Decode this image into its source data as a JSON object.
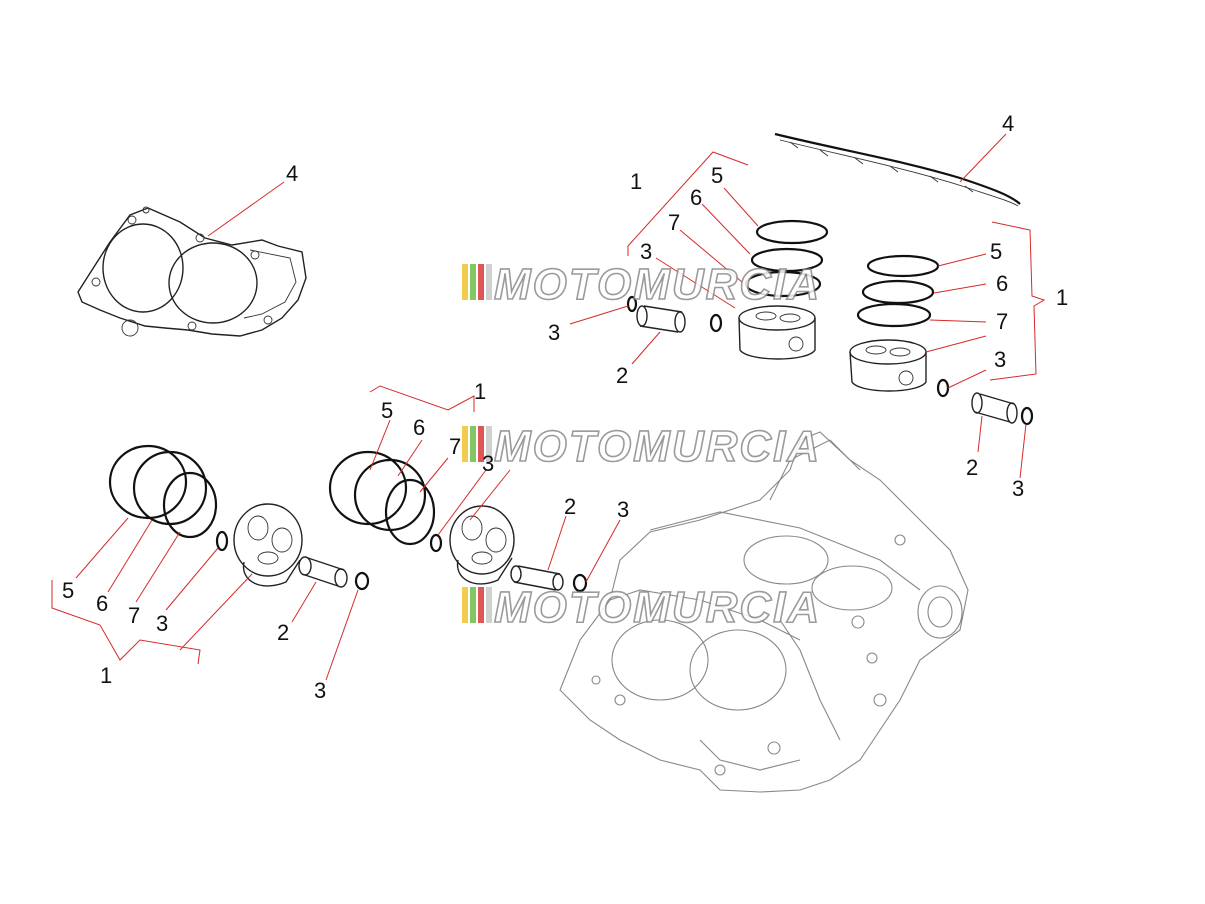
{
  "watermark": {
    "text": "MOTOMURCIA",
    "stripe_colors": [
      "#f2c230",
      "#6cbf4a",
      "#d83a3a",
      "#c8c8c8"
    ]
  },
  "callouts": [
    {
      "id": "c1",
      "text": "4"
    },
    {
      "id": "c2",
      "text": "4"
    },
    {
      "id": "c3",
      "text": "1"
    },
    {
      "id": "c4",
      "text": "5"
    },
    {
      "id": "c5",
      "text": "6"
    },
    {
      "id": "c6",
      "text": "7"
    },
    {
      "id": "c7",
      "text": "3"
    },
    {
      "id": "c8",
      "text": "3"
    },
    {
      "id": "c9",
      "text": "2"
    },
    {
      "id": "c10",
      "text": "5"
    },
    {
      "id": "c11",
      "text": "6"
    },
    {
      "id": "c12",
      "text": "1"
    },
    {
      "id": "c13",
      "text": "7"
    },
    {
      "id": "c14",
      "text": "3"
    },
    {
      "id": "c15",
      "text": "2"
    },
    {
      "id": "c16",
      "text": "3"
    },
    {
      "id": "c17",
      "text": "1"
    },
    {
      "id": "c18",
      "text": "5"
    },
    {
      "id": "c19",
      "text": "6"
    },
    {
      "id": "c20",
      "text": "7"
    },
    {
      "id": "c21",
      "text": "3"
    },
    {
      "id": "c22",
      "text": "2"
    },
    {
      "id": "c23",
      "text": "3"
    },
    {
      "id": "c24",
      "text": "5"
    },
    {
      "id": "c25",
      "text": "6"
    },
    {
      "id": "c26",
      "text": "7"
    },
    {
      "id": "c27",
      "text": "3"
    },
    {
      "id": "c28",
      "text": "1"
    },
    {
      "id": "c29",
      "text": "2"
    },
    {
      "id": "c30",
      "text": "3"
    }
  ]
}
